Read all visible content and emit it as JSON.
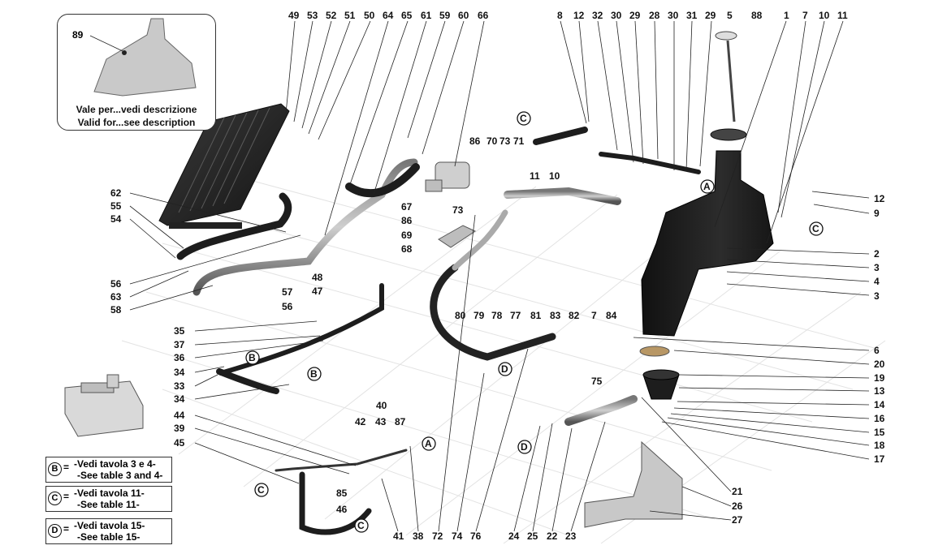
{
  "inset": {
    "callout": "89",
    "line1": "Vale per...vedi descrizione",
    "line2": "Valid for...see description"
  },
  "legend": [
    {
      "letter": "B",
      "eq": "=",
      "line1": "-Vedi tavola 3 e 4-",
      "line2": "-See table 3 and 4-"
    },
    {
      "letter": "C",
      "eq": "=",
      "line1": "-Vedi tavola 11-",
      "line2": "-See table 11-"
    },
    {
      "letter": "D",
      "eq": "=",
      "line1": "-Vedi tavola 15-",
      "line2": "-See table 15-"
    }
  ],
  "callouts_top": [
    "49",
    "53",
    "52",
    "51",
    "50",
    "64",
    "65",
    "61",
    "59",
    "60",
    "66",
    "8",
    "12",
    "32",
    "30",
    "29",
    "28",
    "30",
    "31",
    "29",
    "5",
    "88",
    "1",
    "7",
    "10",
    "11"
  ],
  "callouts_right": [
    "12",
    "9",
    "2",
    "3",
    "4",
    "3",
    "6",
    "20",
    "19",
    "13",
    "14",
    "16",
    "15",
    "18",
    "17",
    "21",
    "26",
    "27"
  ],
  "callouts_left": [
    "62",
    "55",
    "54",
    "56",
    "63",
    "58",
    "35",
    "37",
    "36",
    "34",
    "33",
    "34",
    "44",
    "39",
    "45"
  ],
  "callouts_bottom": [
    "41",
    "38",
    "72",
    "74",
    "76",
    "24",
    "25",
    "22",
    "23"
  ],
  "callouts_middle": [
    "86",
    "70",
    "73",
    "71",
    "67",
    "86",
    "73",
    "69",
    "68",
    "48",
    "47",
    "57",
    "56",
    "80",
    "79",
    "78",
    "77",
    "81",
    "83",
    "82",
    "7",
    "84",
    "75",
    "40",
    "42",
    "43",
    "87",
    "85",
    "46",
    "11",
    "10"
  ],
  "ref_letters": {
    "a": "A",
    "b": "B",
    "c": "C",
    "d": "D"
  }
}
